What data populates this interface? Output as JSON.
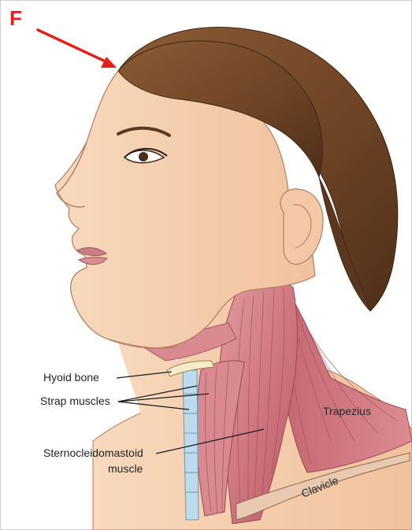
{
  "panel_letter": "F",
  "labels": {
    "hyoid": "Hyoid bone",
    "strap": "Strap muscles",
    "scm_line1": "Sternocleidomastoid",
    "scm_line2": "muscle",
    "trapezius": "Trapezius",
    "clavicle": "Clavicle"
  },
  "colors": {
    "accent_arrow": "#e3211c",
    "hair": "#7a4f2d",
    "skin": "#f6cfae",
    "muscle": "#d27f86",
    "bone": "#f5e7c0",
    "cartilage": "#a8cde3"
  }
}
